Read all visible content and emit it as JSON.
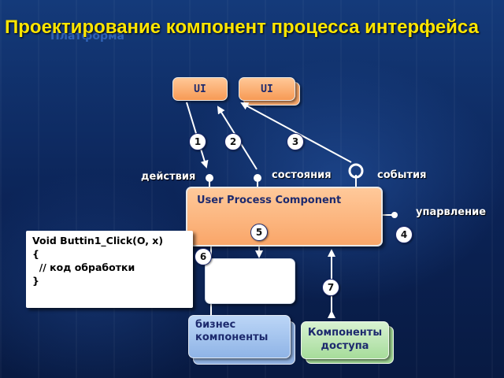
{
  "title": "Проектирование компонент процесса интерфейса",
  "watermark": "Платформа",
  "ui_boxes": [
    {
      "label": "UI"
    },
    {
      "label": "UI"
    }
  ],
  "labels": {
    "actions": "действия",
    "states": "состояния",
    "events": "события",
    "control": "упарвление"
  },
  "component": {
    "label": "User Process Component"
  },
  "code": {
    "lines": [
      "Void Buttin1_Click(O, x)",
      "{",
      "  // код обработки",
      "}"
    ]
  },
  "business": {
    "label": "бизнес компоненты"
  },
  "access": {
    "line1": "Компоненты",
    "line2": "доступа"
  },
  "numbers": [
    "1",
    "2",
    "3",
    "4",
    "5",
    "6",
    "7"
  ],
  "colors": {
    "title": "#ffe600",
    "component": "#f9a669",
    "business": "#8fb4e6",
    "access": "#a6dc9a",
    "background": "#0c2558"
  }
}
